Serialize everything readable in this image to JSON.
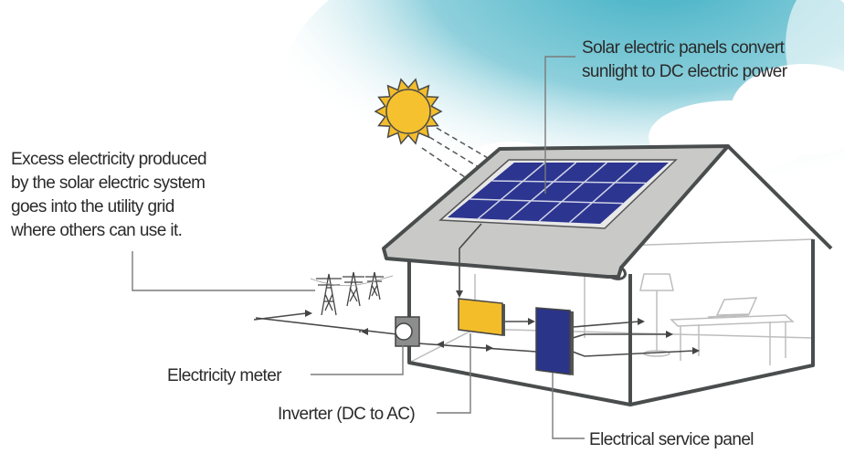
{
  "labels": {
    "panels": [
      "Solar electric panels convert",
      "sunlight to DC electric power"
    ],
    "grid": [
      "Excess electricity produced",
      "by the solar electric system",
      "goes into the utility grid",
      "where others can use it."
    ],
    "meter": "Electricity meter",
    "inverter": "Inverter (DC to AC)",
    "service_panel": "Electrical service panel"
  },
  "colors": {
    "sky": "#5bbccc",
    "sun": "#f3bd2a",
    "panel": "#2c3590",
    "inverter": "#f3bd2a",
    "service_panel": "#2a3488",
    "roof": "#c9cac8",
    "outline": "#4a4d4d"
  }
}
